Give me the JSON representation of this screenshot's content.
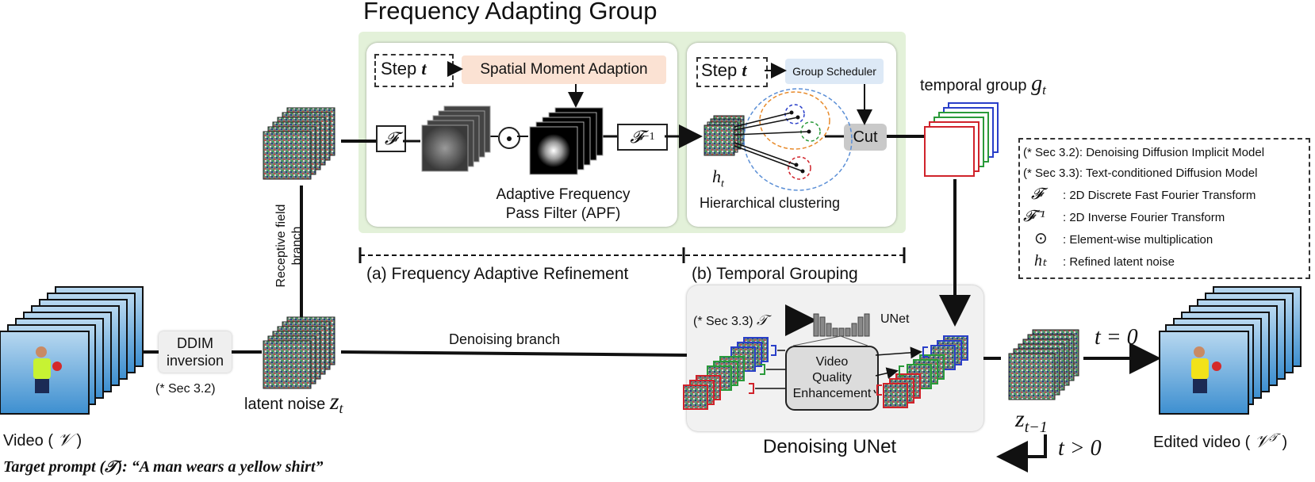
{
  "group": {
    "title": "Frequency Adapting Group"
  },
  "step_label_a": "Step",
  "step_var": "t",
  "step_label_b": "Step",
  "sma": "Spatial Moment Adaption",
  "scheduler": "Group Scheduler",
  "ops": {
    "fourier": "𝓕",
    "inverse": "𝓕",
    "inverse_sup": "−1",
    "elementwise": "⊙",
    "cut": "Cut"
  },
  "apf": {
    "line1": "Adaptive Frequency",
    "line2": "Pass Filter (APF)"
  },
  "clustering": "Hierarchical clustering",
  "ht": {
    "h": "h",
    "sub": "t"
  },
  "temporal_group": {
    "text": "temporal group",
    "var": "g",
    "sub": "t"
  },
  "sections": {
    "a": "(a) Frequency Adaptive Refinement",
    "b": "(b) Temporal Grouping"
  },
  "receptive": {
    "line1": "Receptive field",
    "line2": "branch"
  },
  "ddim": {
    "line1": "DDIM",
    "line2": "inversion",
    "ref": "(* Sec 3.2)"
  },
  "latent": {
    "text": "latent noise",
    "var": "z",
    "sub": "t"
  },
  "denoising_branch": "Denoising branch",
  "unet_panel": {
    "ref": "(* Sec 3.3)",
    "prompt_sym": "𝒯",
    "unet": "UNet",
    "vqe1": "Video",
    "vqe2": "Quality",
    "vqe3": "Enhancement",
    "title": "Denoising UNet"
  },
  "zt1": {
    "var": "z",
    "sub": "t−1"
  },
  "t_eq": "t = 0",
  "t_gt": "t > 0",
  "video": {
    "text": "Video (",
    "sym": "𝒱",
    "close": ")"
  },
  "edited": {
    "text": "Edited video (",
    "sym": "𝒱",
    "sup": "𝒯",
    "close": ")"
  },
  "prompt": "Target prompt (𝒯): “A man wears a yellow shirt”",
  "legend": [
    {
      "sym": "(* Sec 3.2)",
      "desc": ": Denoising Diffusion Implicit Model"
    },
    {
      "sym": "(* Sec 3.3)",
      "desc": ": Text-conditioned Diffusion Model"
    },
    {
      "sym": "𝓕",
      "desc": ": 2D Discrete Fast Fourier Transform"
    },
    {
      "sym": "𝓕⁻¹",
      "desc": ": 2D  Inverse Fourier Transform"
    },
    {
      "sym": "⊙",
      "desc": ": Element-wise multiplication"
    },
    {
      "sym": "hₜ",
      "desc": ": Refined latent noise"
    }
  ],
  "colors": {
    "green_bg": "#e3f1d9",
    "sma": "#fbe2d3",
    "scheduler": "#dde9f6",
    "cut": "#c9c9c9",
    "blue": "#2a3fc9",
    "green": "#2a9a3a",
    "red": "#d0232b",
    "orange": "#e88a2a"
  }
}
